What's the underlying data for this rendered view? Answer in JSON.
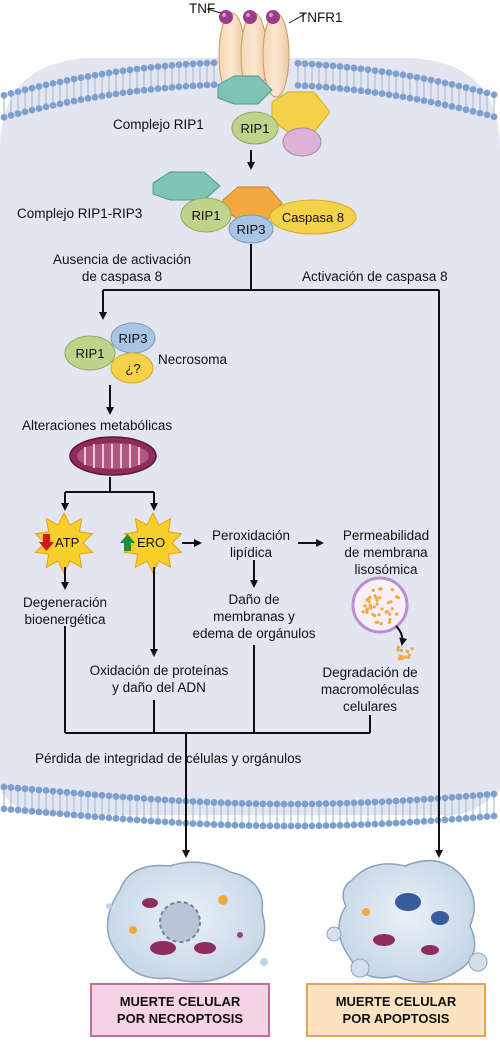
{
  "labels": {
    "tnf": "TNF",
    "tnfr1": "TNFR1",
    "complejo_rip1": "Complejo RIP1",
    "rip1": "RIP1",
    "complejo_rip1_rip3": "Complejo RIP1-RIP3",
    "rip3": "RIP3",
    "caspasa8": "Caspasa 8",
    "ausencia_l1": "Ausencia de activación",
    "ausencia_l2": "de caspasa 8",
    "activacion": "Activación de caspasa 8",
    "necrosoma": "Necrosoma",
    "unknown": "¿?",
    "alteraciones": "Alteraciones metabólicas",
    "atp": "ATP",
    "ero": "ERO",
    "perox_l1": "Peroxidación",
    "perox_l2": "lipídica",
    "perm_l1": "Permeabilidad",
    "perm_l2": "de membrana",
    "perm_l3": "lisosómica",
    "degen_l1": "Degeneración",
    "degen_l2": "bioenergética",
    "dano_l1": "Daño de",
    "dano_l2": "membranas y",
    "dano_l3": "edema de orgánulos",
    "oxid_l1": "Oxidación de proteínas",
    "oxid_l2": "y daño del ADN",
    "degr_l1": "Degradación de",
    "degr_l2": "macromoléculas",
    "degr_l3": "celulares",
    "perdida": "Pérdida de integridad de células y orgánulos"
  },
  "outcomes": {
    "necroptosis_l1": "MUERTE CELULAR",
    "necroptosis_l2": "POR NECROPTOSIS",
    "apoptosis_l1": "MUERTE CELULAR",
    "apoptosis_l2": "POR APOPTOSIS"
  },
  "colors": {
    "cytoplasm": "#e3e6f0",
    "membrane_head": "#7ea0cf",
    "teal": "#7fc3b5",
    "yellow": "#f3d24a",
    "orange": "#f2a940",
    "green": "#bed48a",
    "blue": "#a9c4e4",
    "pink": "#dcb2d8",
    "mito": "#8e2c5c",
    "starburst": "#f7cf2b",
    "necroptosis_border": "#c06a98",
    "necroptosis_fill": "#f5d3e4",
    "apoptosis_border": "#e3a25a",
    "apoptosis_fill": "#fbe3c2"
  }
}
